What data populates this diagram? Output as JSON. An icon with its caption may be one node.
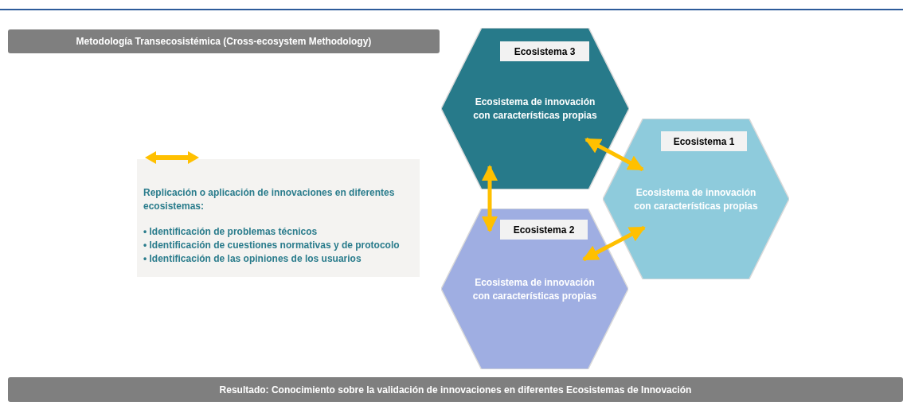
{
  "diagram": {
    "title": "Metodología Transecosistémica (Cross-ecosystem Methodology)",
    "caption": "Resultado: Conocimiento sobre la validación de innovaciones en diferentes Ecosistemas de Innovación",
    "nodes": [
      {
        "text": [
          "Ecosistema 3",
          "Ecosistema de innovación con características propias"
        ]
      },
      {
        "text": [
          "Ecosistema 1",
          "Ecosistema de innovación con características propias"
        ]
      },
      {
        "text": [
          "Ecosistema 2",
          "Ecosistema de innovación con características propias"
        ]
      }
    ],
    "edges": [
      {
        "from": 0,
        "to": 1,
        "arrow": "both"
      },
      {
        "from": 0,
        "to": 2,
        "arrow": "both"
      },
      {
        "from": 2,
        "to": 1,
        "arrow": "both"
      }
    ],
    "labels": [
      "• Identificación de problemas técnicos",
      "• Identificación de cuestiones normativas y de protocolo",
      "• Identificación de las opiniones de los usuarios"
    ],
    "legend": [
      {
        "text": "Replicación o aplicación de innovaciones en diferentes ecosistemas:"
      }
    ]
  }
}
